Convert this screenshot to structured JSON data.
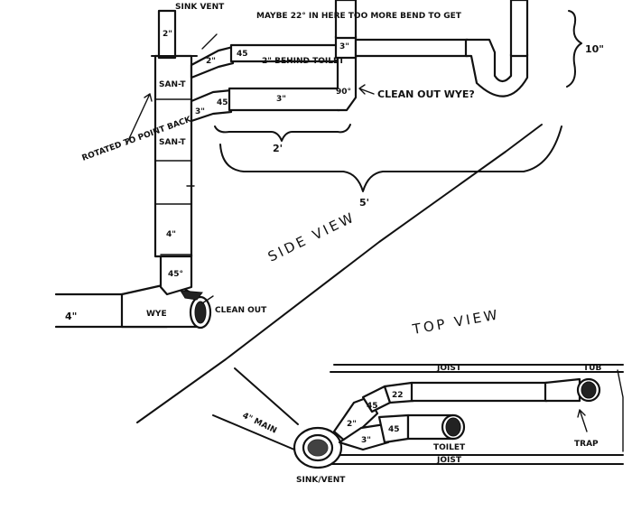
{
  "side_view": {
    "title": "SIDE VIEW",
    "labels": {
      "sink_vent": "SINK VENT",
      "pipe_2in_top": "2\"",
      "maybe_note": "MAYBE 22° IN HERE TOO MORE BEND TO GET",
      "pipe_2in_upper": "2\"",
      "fitting_45_upper": "45",
      "behind_toilet": "2\" BEHIND TOILET",
      "pipe_3in_right": "3\"",
      "san_t_upper": "SAN-T",
      "san_t_lower": "SAN-T",
      "pipe_3in_lower": "3\"",
      "fitting_45_lower": "45",
      "pipe_3in_long": "3\"",
      "elbow_90": "90°",
      "clean_out_wye": "CLEAN OUT WYE?",
      "dim_2ft": "2'",
      "dim_5ft": "5'",
      "dim_10in": "10\"",
      "rotated_note": "ROTATED TO POINT BACK",
      "pipe_4in_stack": "4\"",
      "fitting_45_stack": "45°",
      "wye": "WYE",
      "main_4in": "4\"",
      "clean_out": "CLEAN OUT"
    }
  },
  "top_view": {
    "title": "TOP VIEW",
    "labels": {
      "joist_top": "JOIST",
      "tub": "TUB",
      "fitting_22": "22",
      "fitting_45_upper": "45",
      "pipe_2in": "2\"",
      "fitting_45_lower": "45",
      "pipe_3in": "3\"",
      "main_4in": "4\" MAIN",
      "toilet": "TOILET",
      "joist_bottom": "JOIST",
      "sink_vent": "SINK/VENT",
      "trap": "TRAP"
    }
  }
}
